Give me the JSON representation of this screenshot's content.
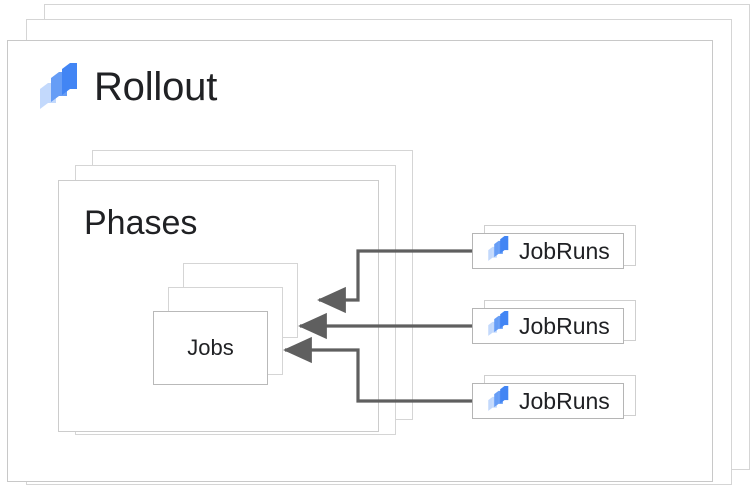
{
  "diagram": {
    "title": "Rollout",
    "logo_icon": "rollout-logo-icon",
    "colors": {
      "logo_dark_blue": "#4285F4",
      "logo_mid_blue": "#669DF6",
      "logo_light_blue": "#C3D9FC",
      "card_border": "#d0d0d0",
      "arrow": "#5f5f5f",
      "text": "#202124"
    },
    "rollout_frames": [
      {
        "name": "rollout-frame-back"
      },
      {
        "name": "rollout-frame-middle"
      },
      {
        "name": "rollout-frame-front"
      }
    ],
    "phases": {
      "title": "Phases",
      "frames": [
        {
          "name": "phases-frame-back"
        },
        {
          "name": "phases-frame-middle"
        },
        {
          "name": "phases-frame-front"
        }
      ]
    },
    "jobs": {
      "title": "Jobs",
      "frames": [
        {
          "name": "jobs-card-back"
        },
        {
          "name": "jobs-card-middle"
        },
        {
          "name": "jobs-card-front"
        }
      ]
    },
    "jobruns": [
      {
        "label": "JobRuns",
        "icon": "rollout-logo-icon"
      },
      {
        "label": "JobRuns",
        "icon": "rollout-logo-icon"
      },
      {
        "label": "JobRuns",
        "icon": "rollout-logo-icon"
      }
    ],
    "connectors": [
      {
        "name": "jobrun-1-to-jobs",
        "from": "jobruns.0",
        "to": "jobs",
        "style": "elbow-arrow"
      },
      {
        "name": "jobrun-2-to-jobs",
        "from": "jobruns.1",
        "to": "jobs",
        "style": "straight-arrow"
      },
      {
        "name": "jobrun-3-to-jobs",
        "from": "jobruns.2",
        "to": "jobs",
        "style": "elbow-arrow"
      }
    ]
  }
}
